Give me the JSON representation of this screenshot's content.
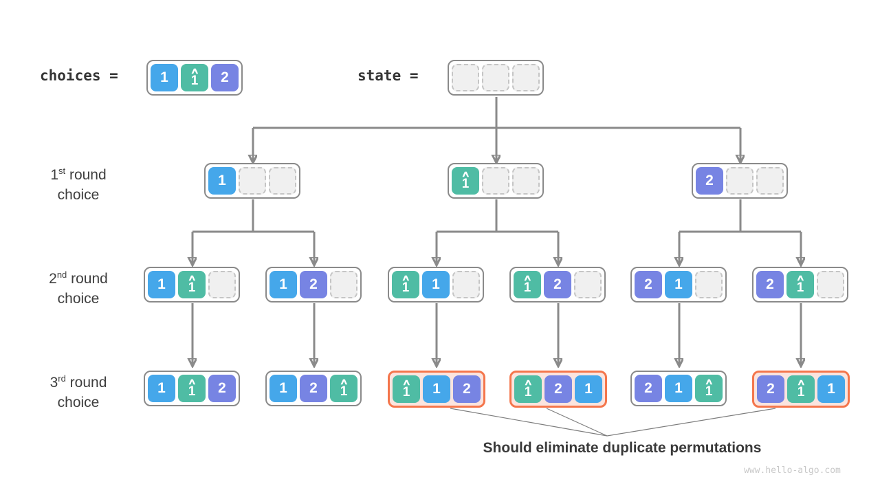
{
  "labels": {
    "choices": "choices =",
    "state": "state =",
    "rounds": [
      {
        "ordinal": "1",
        "suffix": "st",
        "word": " round",
        "line2": "choice"
      },
      {
        "ordinal": "2",
        "suffix": "nd",
        "word": " round",
        "line2": "choice"
      },
      {
        "ordinal": "3",
        "suffix": "rd",
        "word": " round",
        "line2": "choice"
      }
    ],
    "caption": "Should eliminate duplicate permutations",
    "watermark": "www.hello-algo.com"
  },
  "icons": {
    "hat": "∧"
  },
  "colors": {
    "blue": "#45a7ea",
    "teal": "#4fbca4",
    "purple": "#7784e3",
    "highlight_border": "#f4764c",
    "highlight_fill": "#fbe4de",
    "line": "#8a8a8a"
  },
  "nodes": {
    "choices": {
      "cells": [
        {
          "v": "1",
          "c": "blue"
        },
        {
          "v": "1",
          "c": "teal",
          "hat": true
        },
        {
          "v": "2",
          "c": "purple"
        }
      ]
    },
    "state": {
      "cells": [
        {
          "v": "",
          "c": "empty"
        },
        {
          "v": "",
          "c": "empty"
        },
        {
          "v": "",
          "c": "empty"
        }
      ]
    },
    "round1": [
      {
        "cells": [
          {
            "v": "1",
            "c": "blue"
          },
          {
            "v": "",
            "c": "empty"
          },
          {
            "v": "",
            "c": "empty"
          }
        ]
      },
      {
        "cells": [
          {
            "v": "1",
            "c": "teal",
            "hat": true
          },
          {
            "v": "",
            "c": "empty"
          },
          {
            "v": "",
            "c": "empty"
          }
        ]
      },
      {
        "cells": [
          {
            "v": "2",
            "c": "purple"
          },
          {
            "v": "",
            "c": "empty"
          },
          {
            "v": "",
            "c": "empty"
          }
        ]
      }
    ],
    "round2": [
      {
        "cells": [
          {
            "v": "1",
            "c": "blue"
          },
          {
            "v": "1",
            "c": "teal",
            "hat": true
          },
          {
            "v": "",
            "c": "empty"
          }
        ]
      },
      {
        "cells": [
          {
            "v": "1",
            "c": "blue"
          },
          {
            "v": "2",
            "c": "purple"
          },
          {
            "v": "",
            "c": "empty"
          }
        ]
      },
      {
        "cells": [
          {
            "v": "1",
            "c": "teal",
            "hat": true
          },
          {
            "v": "1",
            "c": "blue"
          },
          {
            "v": "",
            "c": "empty"
          }
        ]
      },
      {
        "cells": [
          {
            "v": "1",
            "c": "teal",
            "hat": true
          },
          {
            "v": "2",
            "c": "purple"
          },
          {
            "v": "",
            "c": "empty"
          }
        ]
      },
      {
        "cells": [
          {
            "v": "2",
            "c": "purple"
          },
          {
            "v": "1",
            "c": "blue"
          },
          {
            "v": "",
            "c": "empty"
          }
        ]
      },
      {
        "cells": [
          {
            "v": "2",
            "c": "purple"
          },
          {
            "v": "1",
            "c": "teal",
            "hat": true
          },
          {
            "v": "",
            "c": "empty"
          }
        ]
      }
    ],
    "round3": [
      {
        "cells": [
          {
            "v": "1",
            "c": "blue"
          },
          {
            "v": "1",
            "c": "teal",
            "hat": true
          },
          {
            "v": "2",
            "c": "purple"
          }
        ]
      },
      {
        "cells": [
          {
            "v": "1",
            "c": "blue"
          },
          {
            "v": "2",
            "c": "purple"
          },
          {
            "v": "1",
            "c": "teal",
            "hat": true
          }
        ]
      },
      {
        "highlight": true,
        "cells": [
          {
            "v": "1",
            "c": "teal",
            "hat": true
          },
          {
            "v": "1",
            "c": "blue"
          },
          {
            "v": "2",
            "c": "purple"
          }
        ]
      },
      {
        "highlight": true,
        "cells": [
          {
            "v": "1",
            "c": "teal",
            "hat": true
          },
          {
            "v": "2",
            "c": "purple"
          },
          {
            "v": "1",
            "c": "blue"
          }
        ]
      },
      {
        "cells": [
          {
            "v": "2",
            "c": "purple"
          },
          {
            "v": "1",
            "c": "blue"
          },
          {
            "v": "1",
            "c": "teal",
            "hat": true
          }
        ]
      },
      {
        "highlight": true,
        "cells": [
          {
            "v": "2",
            "c": "purple"
          },
          {
            "v": "1",
            "c": "teal",
            "hat": true
          },
          {
            "v": "1",
            "c": "blue"
          }
        ]
      }
    ]
  }
}
